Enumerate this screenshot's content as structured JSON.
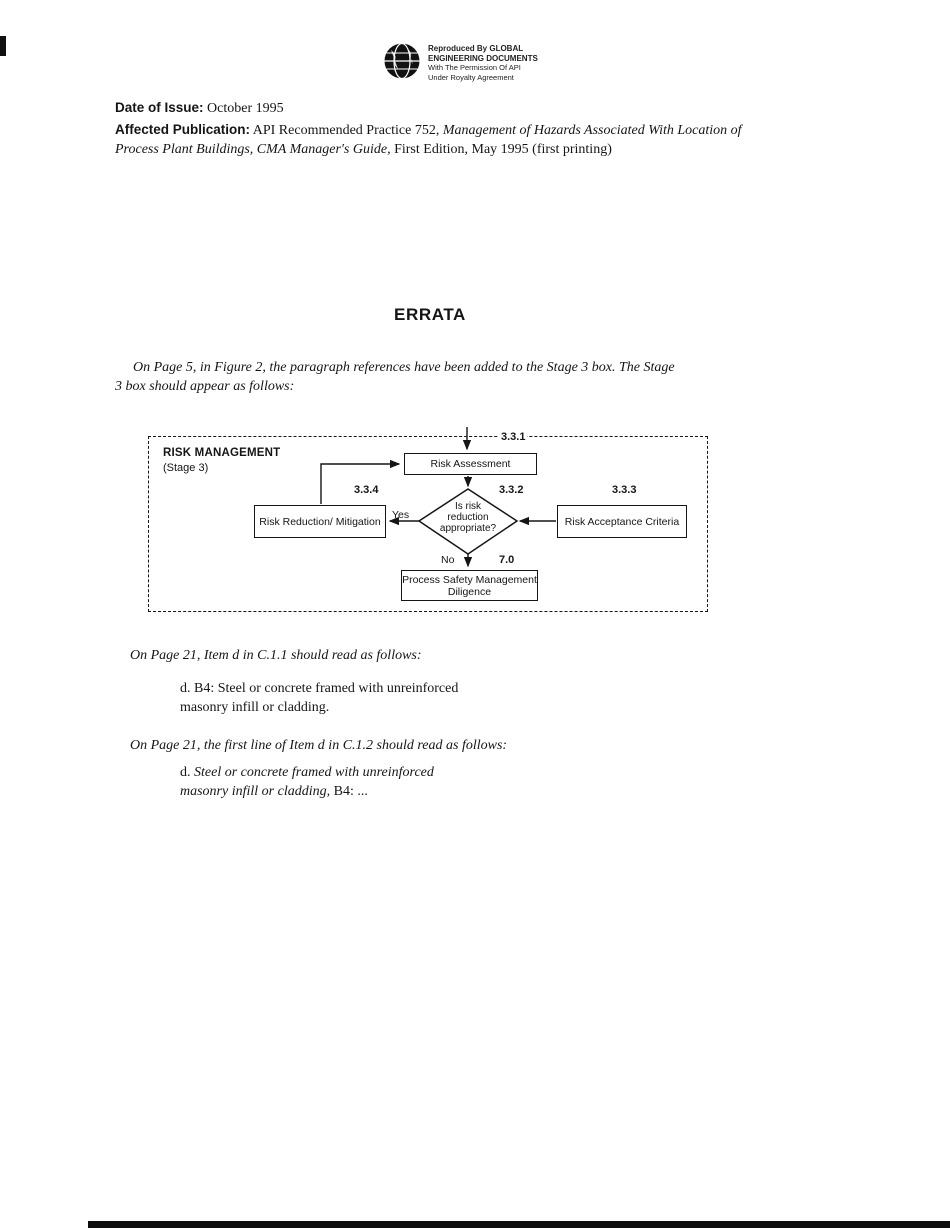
{
  "logo": {
    "lines": [
      "Reproduced By GLOBAL",
      "ENGINEERING DOCUMENTS",
      "With The Permission Of API",
      "Under Royalty Agreement"
    ]
  },
  "header": {
    "date_label": "Date of Issue:",
    "date_value": "October 1995",
    "pub_label": "Affected Publication:",
    "pub_l1_roman": "API Recommended Practice 752,",
    "pub_l1_italic": "Management of Hazards Associated With Location of",
    "pub_l2_italic": "Process Plant Buildings, CMA Manager's Guide,",
    "pub_l2_roman": "First Edition, May 1995 (first printing)"
  },
  "errata": {
    "title": "ERRATA",
    "intro_line1": "On Page 5, in Figure 2, the paragraph references have been added to the Stage 3 box. The Stage",
    "intro_line2": "3 box should appear as follows:"
  },
  "diagram": {
    "title": "RISK MANAGEMENT",
    "stage": "(Stage 3)",
    "risk_assessment": "Risk Assessment",
    "risk_assessment_ref": "3.3.1",
    "decision": "Is risk reduction appropriate?",
    "decision_ref": "3.3.2",
    "risk_reduction": "Risk Reduction/ Mitigation",
    "risk_reduction_ref": "3.3.4",
    "acceptance": "Risk Acceptance Criteria",
    "acceptance_ref": "3.3.3",
    "psm": "Process Safety Management Diligence",
    "psm_ref": "7.0",
    "yes_label": "Yes",
    "no_label": "No"
  },
  "sections": [
    {
      "heading": "On Page 21, Item d in C.1.1 should read as follows:",
      "line1": "d. B4: Steel or concrete framed with unreinforced",
      "line2": "masonry infill or cladding."
    },
    {
      "heading": "On Page 21, the first line of Item d in C.1.2 should read as follows:",
      "line1_roman": "d.",
      "line1_italic": "Steel or concrete framed with unreinforced",
      "line2_italic": "masonry infill or cladding,",
      "line2_roman": "B4: ..."
    }
  ]
}
